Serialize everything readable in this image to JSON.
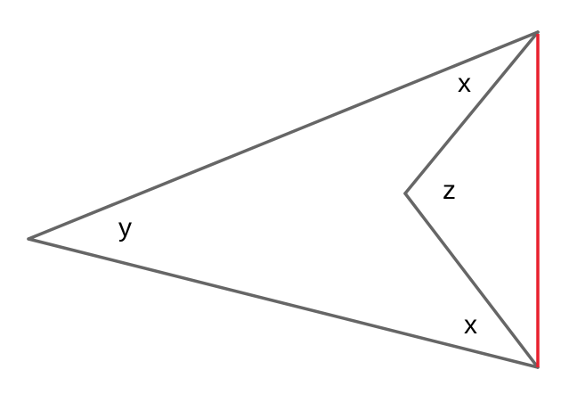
{
  "diagram": {
    "type": "geometry-figure",
    "description": "Kite/dart shape: outer triangle with a concave inner vertex; right side highlighted in red",
    "labels": {
      "angle_top": "x",
      "angle_inner": "z",
      "angle_bottom": "x",
      "angle_left": "y"
    },
    "colors": {
      "line": "#666666",
      "highlight": "#e8202e",
      "label": "#000000"
    }
  }
}
